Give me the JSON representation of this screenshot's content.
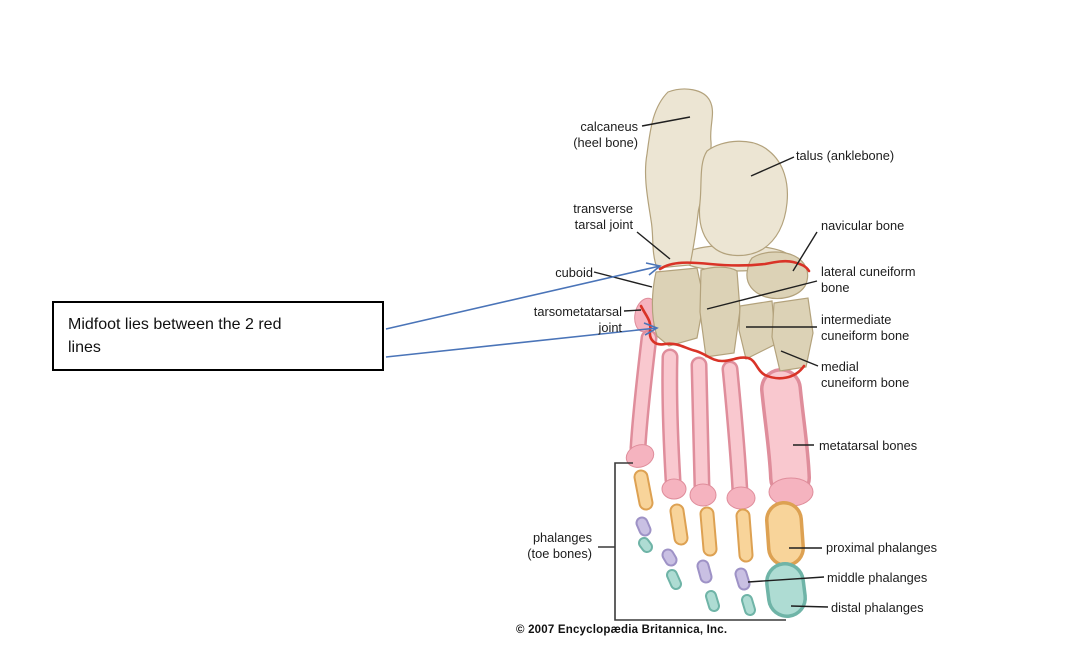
{
  "annotation": {
    "line1": "Midfoot lies between the 2 red",
    "line2": "lines"
  },
  "diagram": {
    "labels": {
      "calcaneus": {
        "line1": "calcaneus",
        "line2": "(heel bone)"
      },
      "talus": {
        "text": "talus (anklebone)"
      },
      "transverse_tarsal_joint": {
        "line1": "transverse",
        "line2": "tarsal joint"
      },
      "navicular": {
        "text": "navicular bone"
      },
      "cuboid": {
        "text": "cuboid"
      },
      "tarsometatarsal_joint": {
        "line1": "tarsometatarsal",
        "line2": "joint"
      },
      "lateral_cuneiform": {
        "line1": "lateral cuneiform",
        "line2": "bone"
      },
      "intermediate_cuneiform": {
        "line1": "intermediate",
        "line2": "cuneiform bone"
      },
      "medial_cuneiform": {
        "line1": "medial",
        "line2": "cuneiform bone"
      },
      "metatarsal_bones": {
        "text": "metatarsal bones"
      },
      "phalanges": {
        "line1": "phalanges",
        "line2": "(toe bones)"
      },
      "proximal_phalanges": {
        "text": "proximal phalanges"
      },
      "middle_phalanges": {
        "text": "middle phalanges"
      },
      "distal_phalanges": {
        "text": "distal phalanges"
      }
    },
    "credit": "© 2007 Encyclopædia Britannica, Inc.",
    "colors": {
      "hindfoot_bone": "#ece5d3",
      "midfoot_bone": "#dcd2b6",
      "bone_outline": "#b3a27c",
      "metatarsal_fill": "#f9c8cf",
      "metatarsal_edge": "#df8d9b",
      "proximal_fill": "#f8d49a",
      "proximal_edge": "#dda152",
      "middle_fill": "#c9c0e3",
      "middle_edge": "#9e92c6",
      "distal_fill": "#aedcd3",
      "distal_edge": "#6fb4a7",
      "joint_line_red": "#d93327",
      "arrow_blue": "#4a74b8",
      "leader_black": "#1f1f1f"
    }
  }
}
